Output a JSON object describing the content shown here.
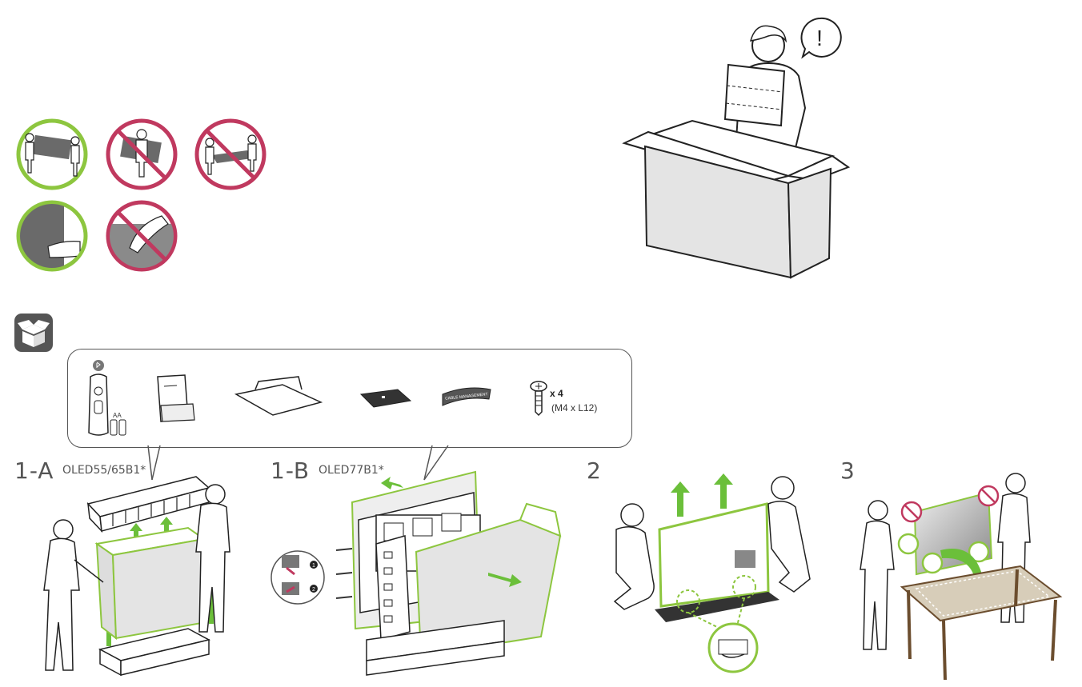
{
  "colors": {
    "ok_green": "#8dc63f",
    "no_red": "#c0395f",
    "arrow_green": "#6bbf3a",
    "line": "#222222",
    "panel_gray": "#6a6a6a",
    "box_gray": "#e4e4e4"
  },
  "handling": {
    "items": [
      {
        "status": "ok",
        "icon": "two-people-carry-tv-icon"
      },
      {
        "status": "no",
        "icon": "one-person-carry-tv-icon"
      },
      {
        "status": "no",
        "icon": "carry-tv-flat-icon"
      },
      {
        "status": "ok",
        "icon": "hold-tv-edge-icon"
      },
      {
        "status": "no",
        "icon": "press-screen-icon"
      }
    ]
  },
  "warning": {
    "symbol": "!"
  },
  "components": {
    "header_icon": "open-box-icon",
    "items": [
      {
        "icon": "magic-remote-icon",
        "sub_icon": "bluetooth-icon"
      },
      {
        "icon": "aa-batteries-icon",
        "label": "AA"
      },
      {
        "icon": "manual-icon"
      },
      {
        "icon": "stand-body-icon"
      },
      {
        "icon": "stand-base-icon"
      },
      {
        "icon": "cable-management-icon",
        "label": "CABLE MANAGEMENT"
      },
      {
        "icon": "screw-icon",
        "qty": "x 4",
        "spec": "(M4 x L12)"
      }
    ]
  },
  "steps": [
    {
      "id": "1-A",
      "label": "1-A",
      "model": "OLED55/65B1*"
    },
    {
      "id": "1-B",
      "label": "1-B",
      "model": "OLED77B1*",
      "sub_markers": [
        "1",
        "2"
      ]
    },
    {
      "id": "2",
      "label": "2"
    },
    {
      "id": "3",
      "label": "3"
    }
  ]
}
